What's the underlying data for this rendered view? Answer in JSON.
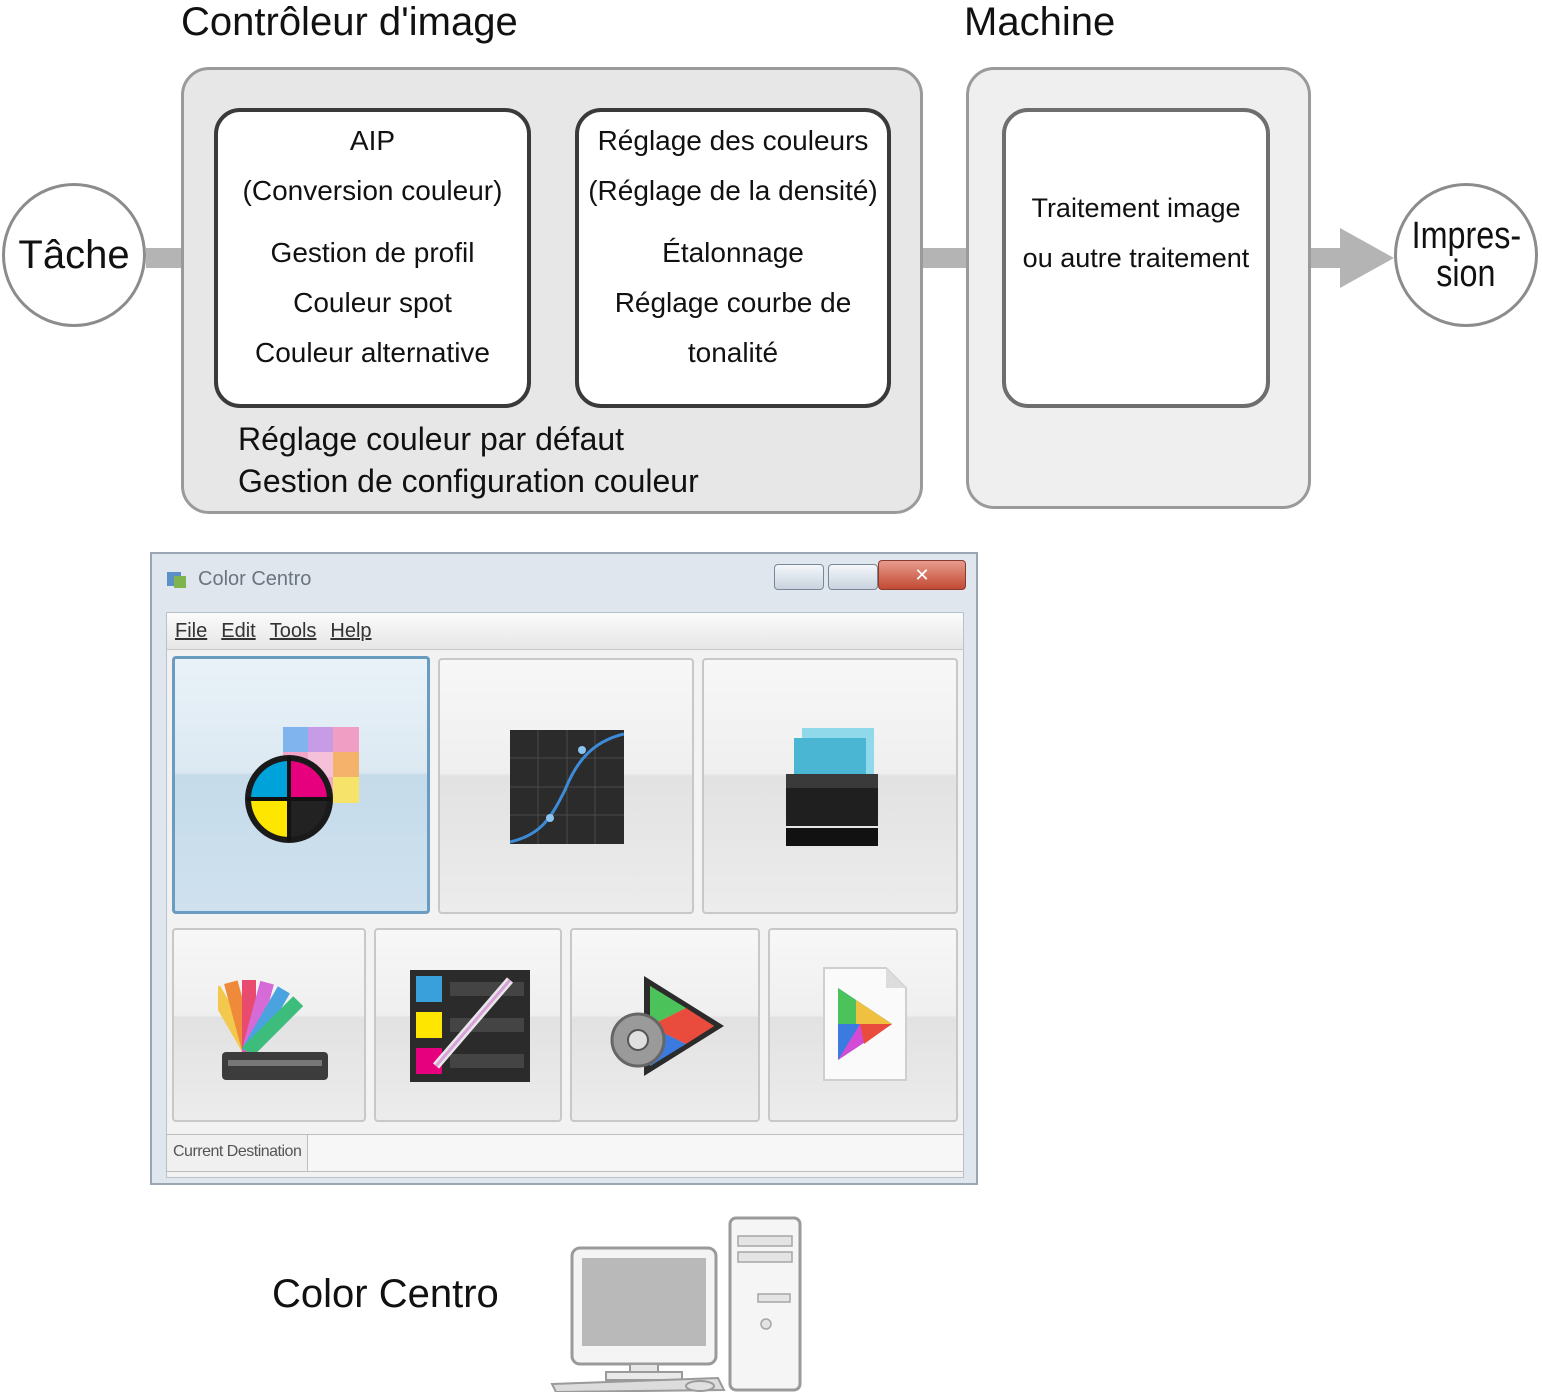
{
  "diagram": {
    "controller_title": "Contrôleur d'image",
    "machine_title": "Machine",
    "job_label": "Tâche",
    "print_label_lines": [
      "Impres-",
      "sion"
    ],
    "box1_top": [
      "AIP",
      "(Conversion couleur)"
    ],
    "box1_bottom": [
      "Gestion de profil",
      "Couleur spot",
      "Couleur alternative"
    ],
    "box2_top": [
      "Réglage des couleurs",
      "(Réglage de la densité)"
    ],
    "box2_bottom": [
      "Étalonnage",
      "Réglage courbe de",
      "tonalité"
    ],
    "controller_footer": [
      "Réglage couleur par défaut",
      "Gestion de configuration couleur"
    ],
    "machine_box": [
      "Traitement image",
      "ou autre traitement"
    ],
    "colors": {
      "panel": "#e7e7e7",
      "connector": "#b4b4b4",
      "border_dark": "#3a3a3a"
    }
  },
  "window": {
    "title": "Color Centro",
    "menu": [
      "File",
      "Edit",
      "Tools",
      "Help"
    ],
    "tiles_top": [
      "color-management-icon",
      "tone-curve-icon",
      "printer-queue-icon"
    ],
    "tiles_bottom": [
      "spot-color-swatch-icon",
      "color-picker-icon",
      "profile-settings-icon",
      "profile-document-icon"
    ],
    "status_label": "Current Destination"
  },
  "caption": "Color Centro"
}
